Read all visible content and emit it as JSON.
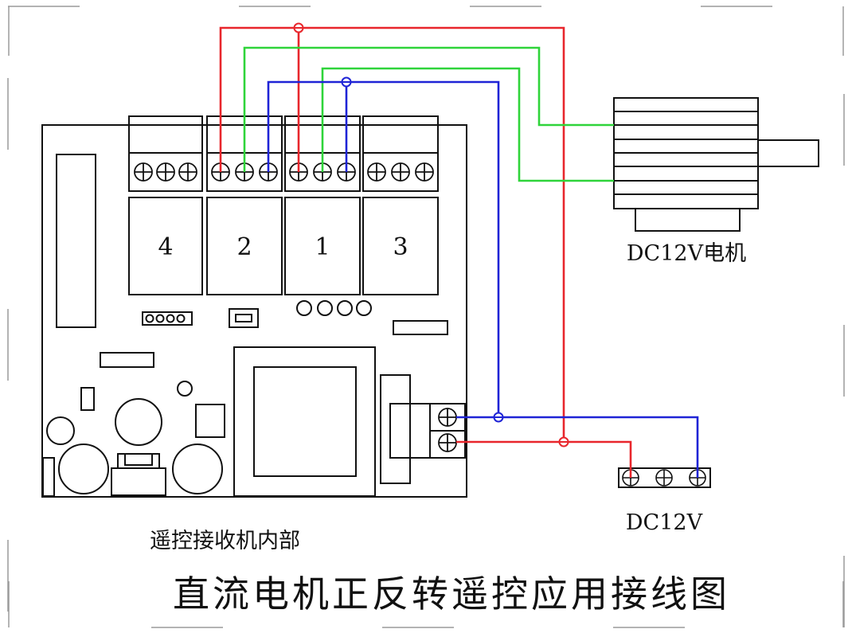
{
  "relays": [
    {
      "label": "4"
    },
    {
      "label": "2"
    },
    {
      "label": "1"
    },
    {
      "label": "3"
    }
  ],
  "motor": {
    "label": "DC12V电机"
  },
  "power_supply": {
    "label": "DC12V"
  },
  "receiver": {
    "label": "遥控接收机内部"
  },
  "title": "直流电机正反转遥控应用接线图",
  "wire_colors": {
    "red": "#e8262c",
    "green": "#2fd43a",
    "blue": "#1f24d6"
  }
}
